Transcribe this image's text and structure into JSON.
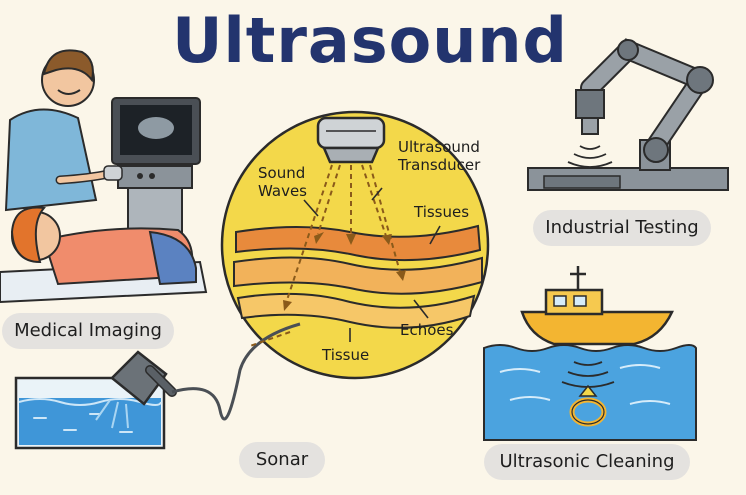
{
  "title": "Ultrasound",
  "center": {
    "sound_waves": [
      "Sound",
      "Waves"
    ],
    "transducer": [
      "Ultrasound",
      "Transducer"
    ],
    "tissues": "Tissues",
    "echoes": "Echoes",
    "tissue": "Tissue"
  },
  "applications": {
    "medical": "Medical Imaging",
    "industrial": "Industrial Testing",
    "sonar": "Sonar",
    "cleaning": "Ultrasonic Cleaning"
  }
}
